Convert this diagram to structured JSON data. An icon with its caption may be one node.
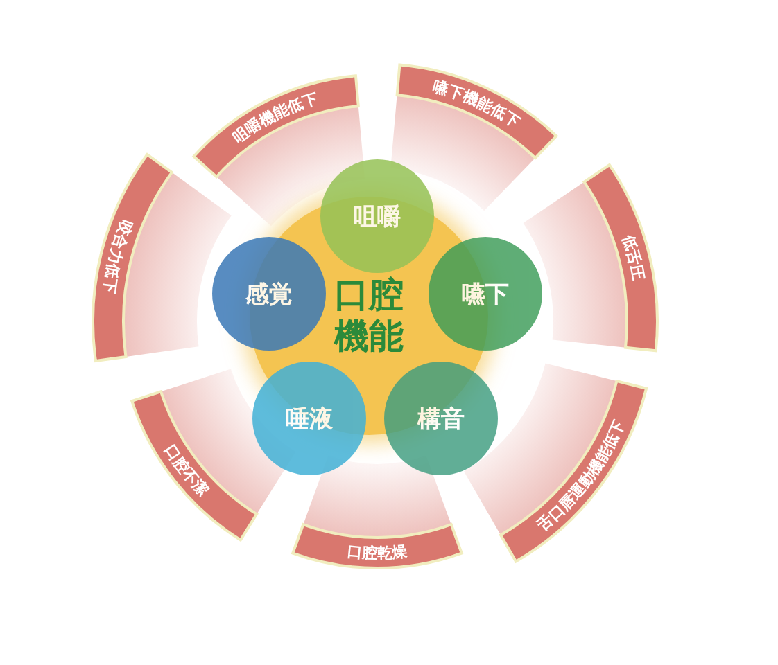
{
  "diagram": {
    "nodes": [
      {
        "text": [
          "咀嚼機能低下"
        ]
      },
      {
        "text": [
          "嚥下機能低下"
        ]
      },
      {
        "text": [
          "低舌圧"
        ]
      },
      {
        "text": [
          "舌口唇運動機能低下"
        ]
      },
      {
        "text": [
          "口腔乾燥"
        ]
      },
      {
        "text": [
          "口腔不潔"
        ]
      },
      {
        "text": [
          "咬合力低下"
        ]
      },
      {
        "text": [
          "口腔機能"
        ]
      },
      {
        "text": [
          "咀嚼"
        ]
      },
      {
        "text": [
          "嚥下"
        ]
      },
      {
        "text": [
          "構音"
        ]
      },
      {
        "text": [
          "唾液"
        ]
      },
      {
        "text": [
          "感覚"
        ]
      }
    ]
  }
}
